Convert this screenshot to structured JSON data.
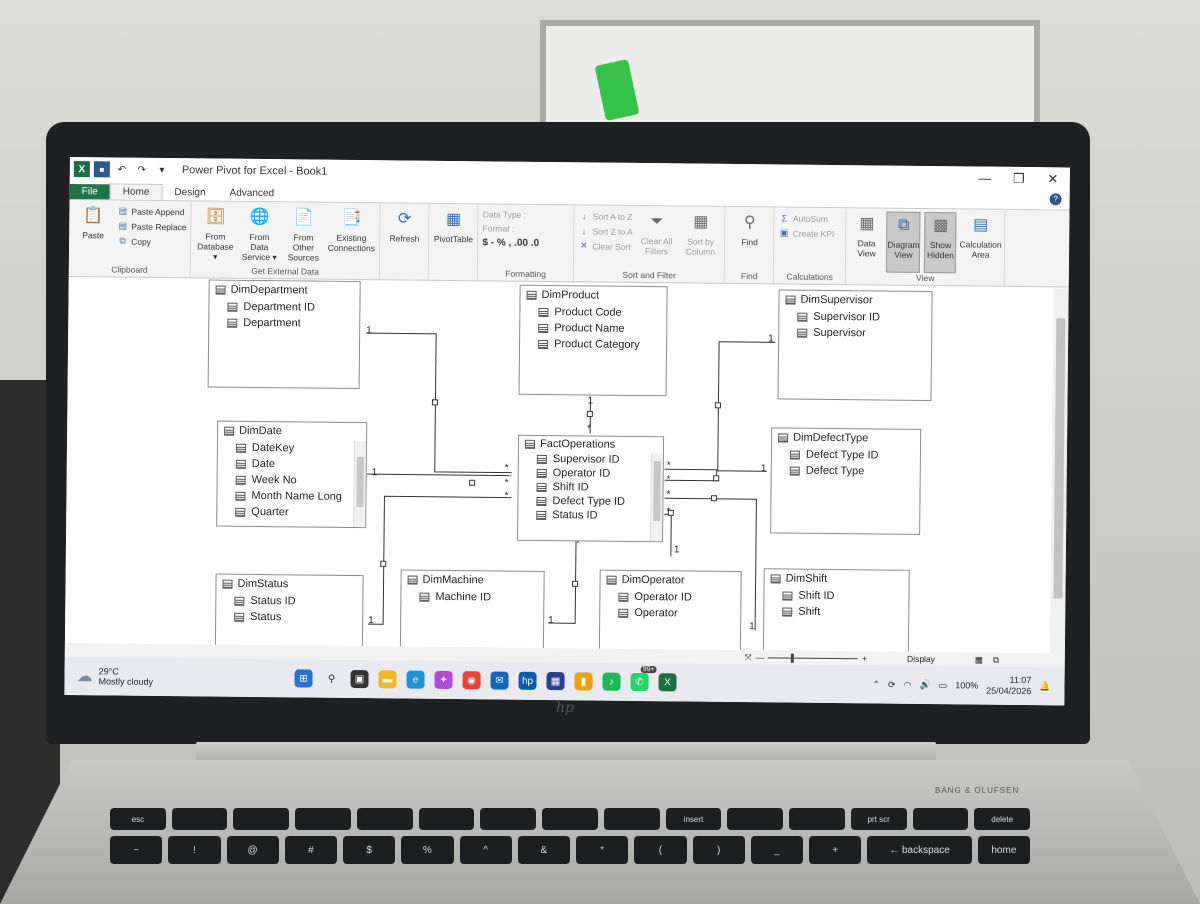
{
  "window": {
    "title": "Power Pivot for Excel - Book1",
    "minimize": "—",
    "restore": "❐",
    "close": "✕",
    "help": "?"
  },
  "tabs": [
    "File",
    "Home",
    "Design",
    "Advanced"
  ],
  "ribbon": {
    "clipboard": {
      "label": "Clipboard",
      "paste": "Paste",
      "paste_append": "Paste Append",
      "paste_replace": "Paste Replace",
      "copy": "Copy"
    },
    "external": {
      "label": "Get External Data",
      "from_database": "From Database ▾",
      "from_data_service": "From Data Service ▾",
      "from_other_sources": "From Other Sources",
      "existing_connections": "Existing Connections"
    },
    "refresh": "Refresh",
    "pivottable": "PivotTable",
    "formatting": {
      "label": "Formatting",
      "data_type": "Data Type :",
      "format": "Format :",
      "symbols": "$ - % ,  .00 .0"
    },
    "sort_filter": {
      "label": "Sort and Filter",
      "sort_az": "Sort A to Z",
      "sort_za": "Sort Z to A",
      "clear_sort": "Clear Sort",
      "clear_all_filters": "Clear All Filters",
      "sort_by_column": "Sort by Column"
    },
    "find": {
      "label": "Find",
      "find": "Find"
    },
    "calculations": {
      "label": "Calculations",
      "autosum": "AutoSum",
      "create_kpi": "Create KPI"
    },
    "view": {
      "label": "View",
      "data_view": "Data View",
      "diagram_view": "Diagram View",
      "show_hidden": "Show Hidden",
      "calculation_area": "Calculation Area"
    }
  },
  "tables": {
    "dim_department": {
      "name": "DimDepartment",
      "columns": [
        "Department ID",
        "Department"
      ]
    },
    "dim_product": {
      "name": "DimProduct",
      "columns": [
        "Product Code",
        "Product Name",
        "Product Category"
      ]
    },
    "dim_supervisor": {
      "name": "DimSupervisor",
      "columns": [
        "Supervisor ID",
        "Supervisor"
      ]
    },
    "dim_date": {
      "name": "DimDate",
      "columns": [
        "DateKey",
        "Date",
        "Week No",
        "Month Name Long",
        "Quarter"
      ]
    },
    "fact_operations": {
      "name": "FactOperations",
      "columns": [
        "Supervisor ID",
        "Operator ID",
        "Shift ID",
        "Defect Type ID",
        "Status ID"
      ]
    },
    "dim_defect_type": {
      "name": "DimDefectType",
      "columns": [
        "Defect Type ID",
        "Defect Type"
      ]
    },
    "dim_status": {
      "name": "DimStatus",
      "columns": [
        "Status ID",
        "Status"
      ]
    },
    "dim_machine": {
      "name": "DimMachine",
      "columns": [
        "Machine ID"
      ]
    },
    "dim_operator": {
      "name": "DimOperator",
      "columns": [
        "Operator ID",
        "Operator"
      ]
    },
    "dim_shift": {
      "name": "DimShift",
      "columns": [
        "Shift ID",
        "Shift"
      ]
    }
  },
  "cardinality": {
    "one": "1",
    "many": "*"
  },
  "statusbar": {
    "display": "Display",
    "zoom_minus": "—",
    "zoom_plus": "+",
    "zoom_level": 0.25
  },
  "taskbar": {
    "weather_temp": "29°C",
    "weather_desc": "Mostly cloudy",
    "battery": "100%",
    "time": "11:07",
    "date": "25/04/2026",
    "badge": "99+"
  },
  "keyboard": {
    "fn_row": [
      "esc",
      "",
      "",
      "",
      "",
      "",
      "",
      "",
      "",
      "insert",
      "",
      "",
      "prt scr",
      "",
      "delete"
    ],
    "num_row": [
      "~",
      "!",
      "@",
      "#",
      "$",
      "%",
      "^",
      "&",
      "*",
      "(",
      ")",
      "_",
      "+",
      "← backspace",
      "home"
    ],
    "brand": "BANG & OLUFSEN"
  },
  "colors": {
    "excel_green": "#217346",
    "ribbon_bg": "#f4f4f4"
  }
}
